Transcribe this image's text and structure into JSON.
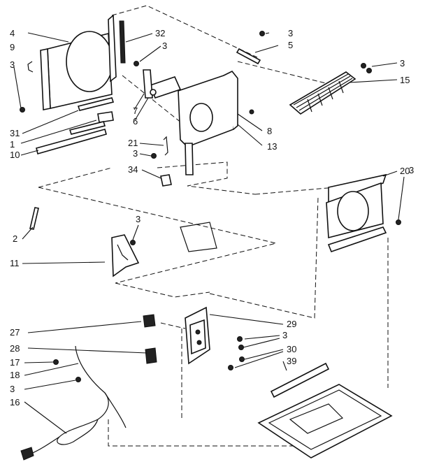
{
  "diagram": {
    "callouts": [
      "4",
      "32",
      "3",
      "9",
      "3",
      "5",
      "3",
      "3",
      "15",
      "7",
      "6",
      "31",
      "1",
      "10",
      "8",
      "13",
      "21",
      "3",
      "34",
      "20",
      "3",
      "2",
      "3",
      "11",
      "27",
      "29",
      "28",
      "3",
      "17",
      "30",
      "18",
      "39",
      "3",
      "16"
    ]
  }
}
